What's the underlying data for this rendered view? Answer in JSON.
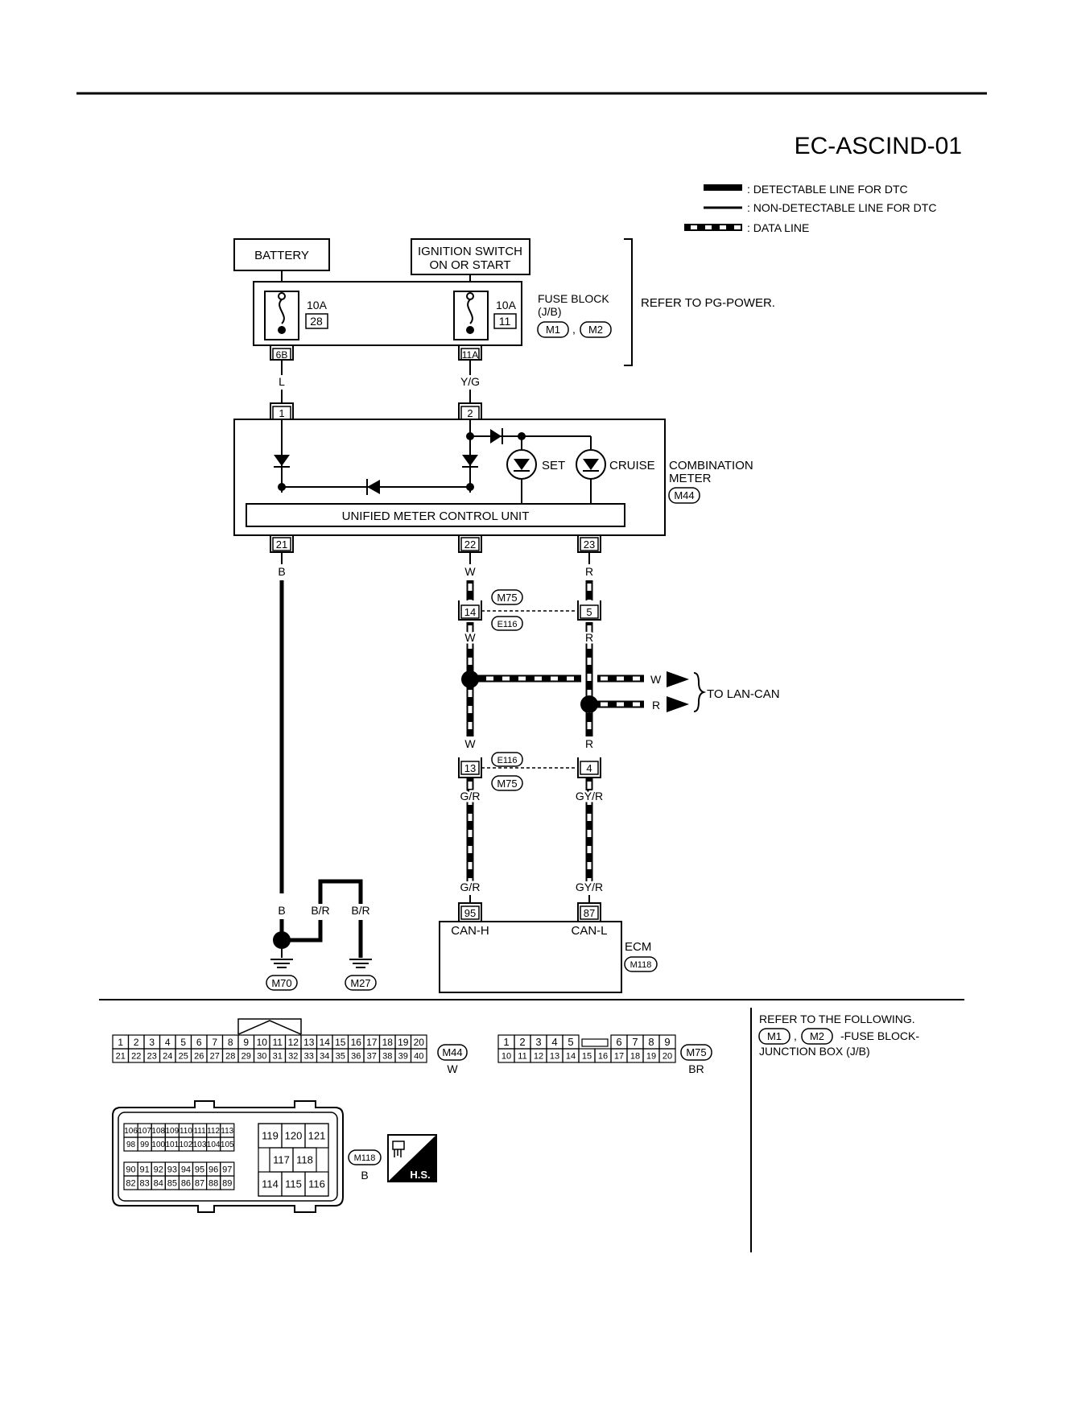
{
  "title": "EC-ASCIND-01",
  "legend": {
    "detectable": ": DETECTABLE LINE FOR DTC",
    "non_detectable": ": NON-DETECTABLE LINE FOR DTC",
    "data_line": ": DATA LINE"
  },
  "power": {
    "battery": "BATTERY",
    "ignition_line1": "IGNITION SWITCH",
    "ignition_line2": "ON OR START"
  },
  "fuse_block": {
    "fuse1_amp": "10A",
    "fuse1_num": "28",
    "fuse1_term": "6B",
    "fuse1_wire": "L",
    "fuse2_amp": "10A",
    "fuse2_num": "11",
    "fuse2_term": "11A",
    "fuse2_wire": "Y/G",
    "label1": "FUSE BLOCK",
    "label2": "(J/B)",
    "conn1": "M1",
    "conn2": "M2",
    "comma": ",",
    "refer": "REFER TO PG-POWER."
  },
  "meter": {
    "pin_in1": "1",
    "pin_in2": "2",
    "set": "SET",
    "cruise": "CRUISE",
    "unit": "UNIFIED METER CONTROL UNIT",
    "label1": "COMBINATION",
    "label2": "METER",
    "conn": "M44",
    "pin_out1": "21",
    "pin_out2": "22",
    "pin_out3": "23",
    "wire_out1": "B",
    "wire_out2": "W",
    "wire_out3": "R"
  },
  "joint1": {
    "conn_a": "M75",
    "conn_b": "E116",
    "pin_a": "14",
    "pin_b": "5",
    "wire_a": "W",
    "wire_b": "R"
  },
  "lan": {
    "w": "W",
    "r": "R",
    "label": "TO LAN-CAN"
  },
  "joint2": {
    "wire_a_top": "W",
    "wire_b_top": "R",
    "conn_a": "E116",
    "conn_b": "M75",
    "pin_a": "13",
    "pin_b": "4",
    "wire_a": "G/R",
    "wire_b": "GY/R"
  },
  "ecm": {
    "wire_a": "G/R",
    "wire_b": "GY/R",
    "pin_a": "95",
    "pin_b": "87",
    "can_h": "CAN-H",
    "can_l": "CAN-L",
    "label": "ECM",
    "conn": "M118"
  },
  "ground": {
    "wire_b": "B",
    "wire_br1": "B/R",
    "wire_br2": "B/R",
    "conn1": "M70",
    "conn2": "M27"
  },
  "connectors": {
    "m44_row1": [
      "1",
      "2",
      "3",
      "4",
      "5",
      "6",
      "7",
      "8",
      "9",
      "10",
      "11",
      "12",
      "13",
      "14",
      "15",
      "16",
      "17",
      "18",
      "19",
      "20"
    ],
    "m44_row2": [
      "21",
      "22",
      "23",
      "24",
      "25",
      "26",
      "27",
      "28",
      "29",
      "30",
      "31",
      "32",
      "33",
      "34",
      "35",
      "36",
      "37",
      "38",
      "39",
      "40"
    ],
    "m44_name": "M44",
    "m44_color": "W",
    "m75_row1": [
      "1",
      "2",
      "3",
      "4",
      "5",
      "6",
      "7",
      "8",
      "9"
    ],
    "m75_row2": [
      "10",
      "11",
      "12",
      "13",
      "14",
      "15",
      "16",
      "17",
      "18",
      "19",
      "20"
    ],
    "m75_name": "M75",
    "m75_color": "BR",
    "m118_r1": [
      "106",
      "107",
      "108",
      "109",
      "110",
      "111",
      "112",
      "113"
    ],
    "m118_r2": [
      "98",
      "99",
      "100",
      "101",
      "102",
      "103",
      "104",
      "105"
    ],
    "m118_r3": [
      "90",
      "91",
      "92",
      "93",
      "94",
      "95",
      "96",
      "97"
    ],
    "m118_r4": [
      "82",
      "83",
      "84",
      "85",
      "86",
      "87",
      "88",
      "89"
    ],
    "m118_big": [
      "119",
      "120",
      "121",
      "117",
      "118",
      "114",
      "115",
      "116"
    ],
    "m118_name": "M118",
    "m118_color": "B",
    "hs": "H.S."
  },
  "refer_box": {
    "line1": "REFER TO THE FOLLOWING.",
    "conn1": "M1",
    "comma": ",",
    "conn2": "M2",
    "suffix": "-FUSE BLOCK-",
    "line3": "JUNCTION BOX (J/B)"
  }
}
